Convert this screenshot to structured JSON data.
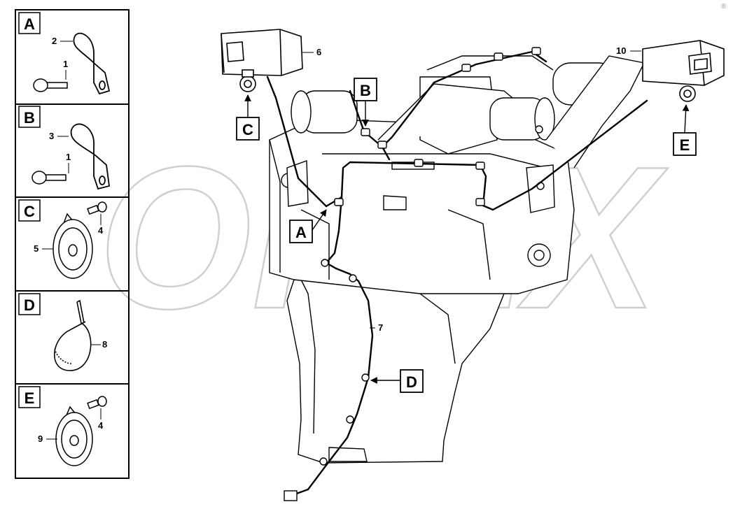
{
  "watermark": "OREX",
  "detail_panels": [
    {
      "letter": "A",
      "parts": [
        "2",
        "1"
      ]
    },
    {
      "letter": "B",
      "parts": [
        "3",
        "1"
      ]
    },
    {
      "letter": "C",
      "parts": [
        "4",
        "5"
      ]
    },
    {
      "letter": "D",
      "parts": [
        "8"
      ]
    },
    {
      "letter": "E",
      "parts": [
        "4",
        "9"
      ]
    }
  ],
  "main_parts": {
    "left_lamp": "6",
    "right_lamp": "10",
    "harness": "7"
  },
  "callouts": {
    "A": "A",
    "B": "B",
    "C": "C",
    "D": "D",
    "E": "E"
  },
  "corner_mark": "®"
}
